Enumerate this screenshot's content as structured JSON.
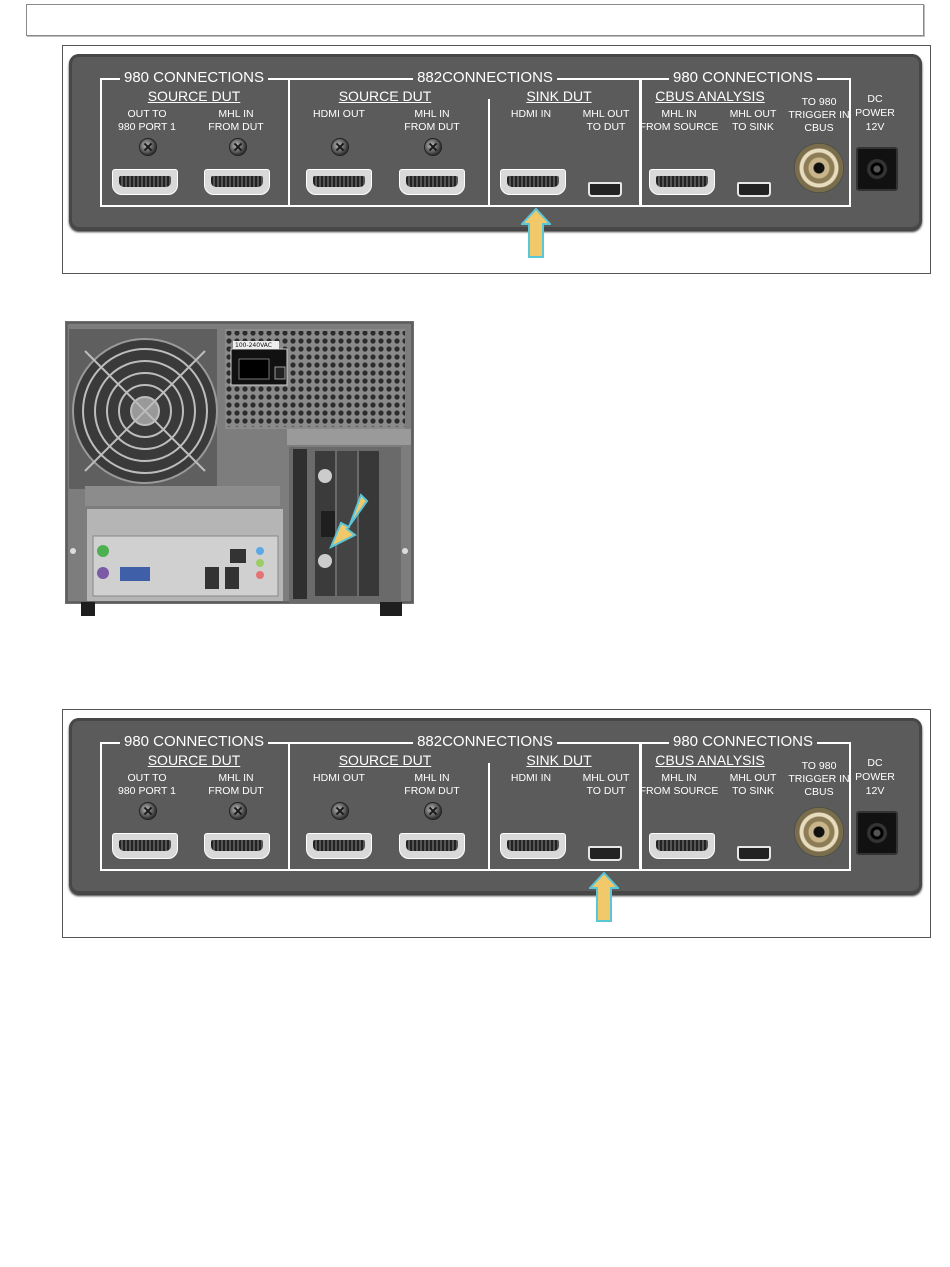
{
  "panel_top": {
    "groups": [
      "980 CONNECTIONS",
      "882CONNECTIONS",
      "980 CONNECTIONS"
    ],
    "sections": [
      "SOURCE DUT",
      "SOURCE DUT",
      "SINK DUT",
      "CBUS ANALYSIS"
    ],
    "ports": [
      "OUT TO\n980 PORT 1",
      "MHL IN\nFROM DUT",
      "HDMI OUT",
      "MHL IN\nFROM DUT",
      "HDMI  IN",
      "MHL OUT\nTO DUT",
      "MHL IN\nFROM SOURCE",
      "MHL OUT\nTO SINK",
      "TO 980\nTRIGGER IN\nCBUS"
    ],
    "dc": "DC\nPOWER\n12V",
    "highlighted_port": "HDMI  IN"
  },
  "panel_bottom": {
    "groups": [
      "980 CONNECTIONS",
      "882CONNECTIONS",
      "980 CONNECTIONS"
    ],
    "sections": [
      "SOURCE DUT",
      "SOURCE DUT",
      "SINK DUT",
      "CBUS ANALYSIS"
    ],
    "ports": [
      "OUT TO\n980 PORT 1",
      "MHL IN\nFROM DUT",
      "HDMI OUT",
      "MHL IN\nFROM DUT",
      "HDMI  IN",
      "MHL OUT\nTO DUT",
      "MHL IN\nFROM SOURCE",
      "MHL OUT\nTO SINK",
      "TO 980\nTRIGGER IN\nCBUS"
    ],
    "dc": "DC\nPOWER\n12V",
    "highlighted_port": "MHL OUT\nTO DUT"
  },
  "photo": {
    "psu_label": "100-240VAC"
  },
  "colors": {
    "panel": "#5b5b5b",
    "arrow_fill": "#f1c96a",
    "arrow_stroke": "#5bc6d8"
  }
}
